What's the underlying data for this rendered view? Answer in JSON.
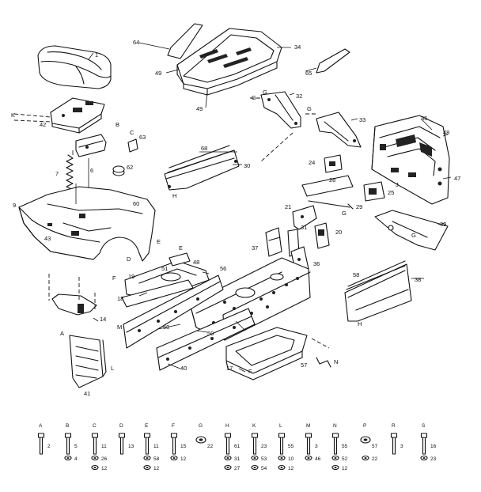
{
  "callouts": [
    {
      "id": "c1",
      "t": "1"
    },
    {
      "id": "c64",
      "t": "64"
    },
    {
      "id": "c34",
      "t": "34"
    },
    {
      "id": "c65",
      "t": "65"
    },
    {
      "id": "c49a",
      "t": "49"
    },
    {
      "id": "c49b",
      "t": "49"
    },
    {
      "id": "c32",
      "t": "32"
    },
    {
      "id": "cG1",
      "t": "G"
    },
    {
      "id": "cG2",
      "t": "G"
    },
    {
      "id": "c33",
      "t": "33"
    },
    {
      "id": "cG3",
      "t": "G"
    },
    {
      "id": "c35",
      "t": "35"
    },
    {
      "id": "c48a",
      "t": "48"
    },
    {
      "id": "c47",
      "t": "47"
    },
    {
      "id": "cK",
      "t": "K"
    },
    {
      "id": "c42",
      "t": "42"
    },
    {
      "id": "cB",
      "t": "B"
    },
    {
      "id": "cC",
      "t": "C"
    },
    {
      "id": "c63",
      "t": "63"
    },
    {
      "id": "c7",
      "t": "7"
    },
    {
      "id": "c6",
      "t": "6"
    },
    {
      "id": "c62",
      "t": "62"
    },
    {
      "id": "c68",
      "t": "68"
    },
    {
      "id": "c30",
      "t": "30"
    },
    {
      "id": "cH1",
      "t": "H"
    },
    {
      "id": "c60",
      "t": "60"
    },
    {
      "id": "c24",
      "t": "24"
    },
    {
      "id": "c28",
      "t": "28"
    },
    {
      "id": "c25",
      "t": "25"
    },
    {
      "id": "c29",
      "t": "29"
    },
    {
      "id": "cG4",
      "t": "G"
    },
    {
      "id": "cJ",
      "t": "J"
    },
    {
      "id": "c9",
      "t": "9"
    },
    {
      "id": "c43",
      "t": "43"
    },
    {
      "id": "cE1",
      "t": "E"
    },
    {
      "id": "cD",
      "t": "D"
    },
    {
      "id": "c21",
      "t": "21"
    },
    {
      "id": "c31",
      "t": "31"
    },
    {
      "id": "c20",
      "t": "20"
    },
    {
      "id": "c37",
      "t": "37"
    },
    {
      "id": "c36",
      "t": "36"
    },
    {
      "id": "c39",
      "t": "39"
    },
    {
      "id": "cG5",
      "t": "G"
    },
    {
      "id": "cE2",
      "t": "E"
    },
    {
      "id": "c48b",
      "t": "48"
    },
    {
      "id": "cF1",
      "t": "F"
    },
    {
      "id": "c19",
      "t": "19"
    },
    {
      "id": "c51",
      "t": "51"
    },
    {
      "id": "c56",
      "t": "56"
    },
    {
      "id": "c18",
      "t": "18"
    },
    {
      "id": "c50a",
      "t": "50"
    },
    {
      "id": "c50b",
      "t": "50"
    },
    {
      "id": "c14",
      "t": "14"
    },
    {
      "id": "c38",
      "t": "38"
    },
    {
      "id": "c58",
      "t": "58"
    },
    {
      "id": "cH2",
      "t": "H"
    },
    {
      "id": "cM",
      "t": "M"
    },
    {
      "id": "c40",
      "t": "40"
    },
    {
      "id": "c17",
      "t": "17"
    },
    {
      "id": "cF2",
      "t": "F"
    },
    {
      "id": "c57",
      "t": "57"
    },
    {
      "id": "cN",
      "t": "N"
    },
    {
      "id": "cA",
      "t": "A"
    },
    {
      "id": "cL",
      "t": "L"
    },
    {
      "id": "c41",
      "t": "41"
    }
  ],
  "hardware": [
    {
      "letter": "A",
      "parts": [
        "2"
      ]
    },
    {
      "letter": "B",
      "parts": [
        "5",
        "4"
      ]
    },
    {
      "letter": "C",
      "parts": [
        "11",
        "26",
        "12"
      ]
    },
    {
      "letter": "D",
      "parts": [
        "13"
      ]
    },
    {
      "letter": "E",
      "parts": [
        "11",
        "58",
        "12"
      ]
    },
    {
      "letter": "F",
      "parts": [
        "15",
        "12"
      ]
    },
    {
      "letter": "G",
      "parts": [
        "22"
      ]
    },
    {
      "letter": "H",
      "parts": [
        "61",
        "31",
        "27"
      ]
    },
    {
      "letter": "K",
      "parts": [
        "23",
        "53",
        "54"
      ]
    },
    {
      "letter": "L",
      "parts": [
        "55",
        "10",
        "12"
      ]
    },
    {
      "letter": "M",
      "parts": [
        "3",
        "46"
      ]
    },
    {
      "letter": "N",
      "parts": [
        "55",
        "52",
        "12"
      ]
    },
    {
      "letter": "P",
      "parts": [
        "57",
        "22"
      ]
    },
    {
      "letter": "R",
      "parts": [
        "3"
      ]
    },
    {
      "letter": "S",
      "parts": [
        "16",
        "23"
      ]
    }
  ]
}
